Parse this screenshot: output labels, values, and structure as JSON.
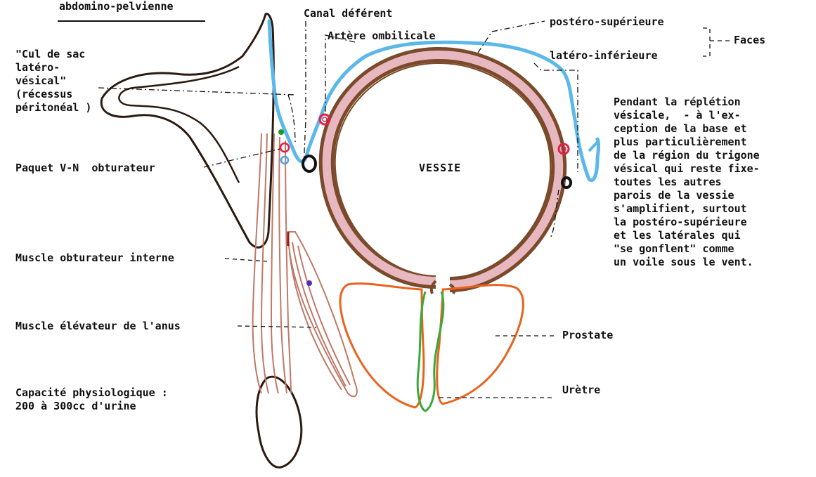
{
  "labels": {
    "top_left": "abdomino-pelvienne",
    "canal_deferent": "Canal déférent",
    "artere_ombilicale": "Artère ombilicale",
    "face_postero_sup": "postéro-supérieure",
    "face_latero_inf": "latéro-inférieure",
    "faces": "Faces",
    "cul_de_sac": "\"Cul de sac\nlatéro-\nvésical\"\n(récessus\npéritonéal )",
    "paquet_vn": "Paquet V-N  obturateur",
    "vessie": "VESSIE",
    "replétion_note": "Pendant la réplétion\nvésicale,  - à l'ex-\nception de la base et\nplus particulièrement\nde la région du trigone\nvésical qui reste fixe-\ntoutes les autres\nparois de la vessie\ns'amplifient, surtout\nla postéro-supérieure\net les latérales qui\n\"se gonflent\" comme\nun voile sous le vent.",
    "muscle_obturateur": "Muscle obturateur interne",
    "muscle_elevateur": "Muscle élévateur de l'anus",
    "prostate": "Prostate",
    "uretre": "Urètre",
    "capacite": "Capacité physiologique :\n200 à 300cc d'urine"
  },
  "colors": {
    "peritoneum": "#5bb8e8",
    "bladder_wall_outer": "#7a4a2a",
    "bladder_wall_inner": "#e8b8c0",
    "muscle": "#c07868",
    "bone": "#2a1a10",
    "prostate": "#e8641e",
    "urethra": "#3aaa3a",
    "vessel_red": "#e0204a",
    "vessel_blue": "#4aa0e8",
    "vessel_green": "#1a9a2a",
    "text": "#111111"
  }
}
